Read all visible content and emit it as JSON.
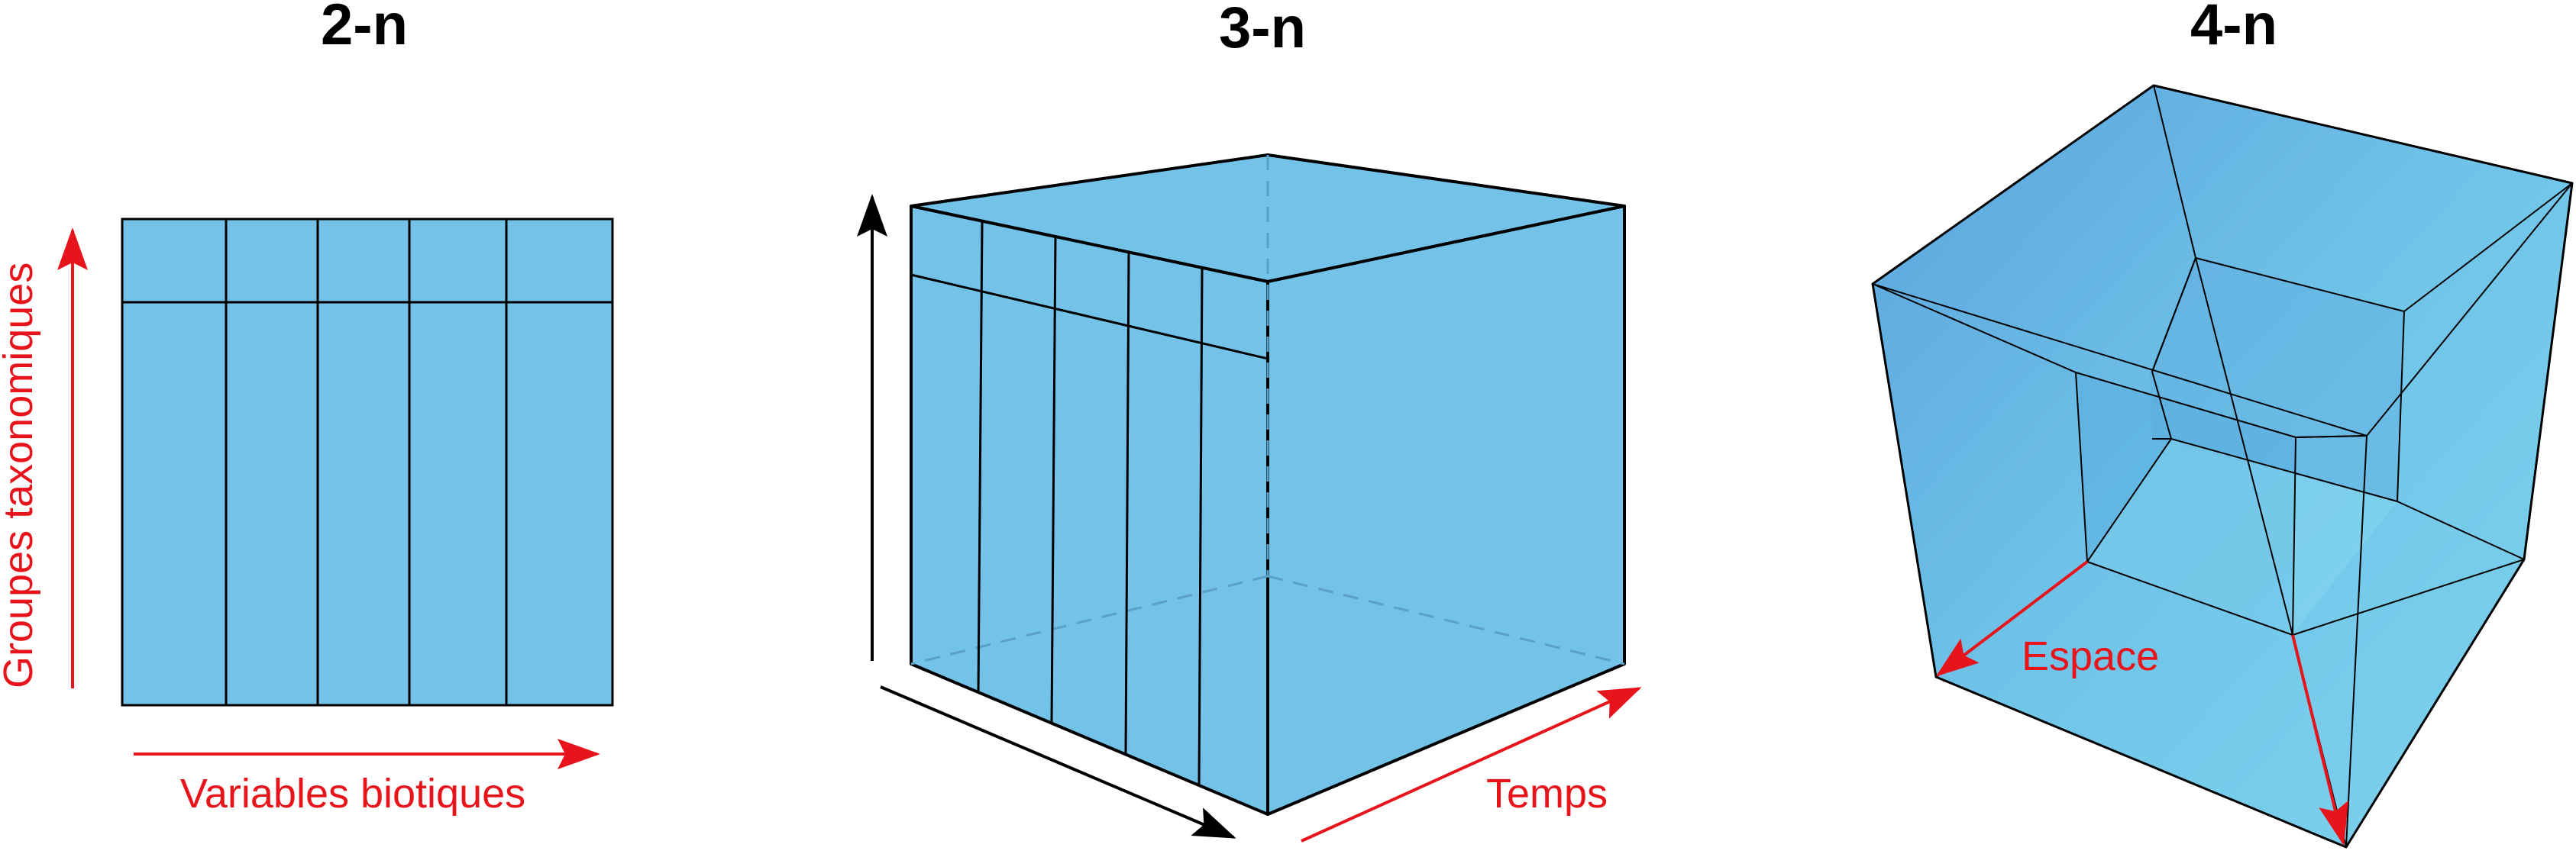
{
  "panels": {
    "two_n": {
      "title": "2-n",
      "y_axis_label": "Groupes taxonomiques",
      "x_axis_label": "Variables biotiques"
    },
    "three_n": {
      "title": "3-n",
      "time_axis_label": "Temps"
    },
    "four_n": {
      "title": "4-n",
      "space_axis_label": "Espace"
    }
  },
  "colors": {
    "fill_blue": "#73c2e8",
    "line_black": "#000000",
    "arrow_red": "#e8141b"
  }
}
